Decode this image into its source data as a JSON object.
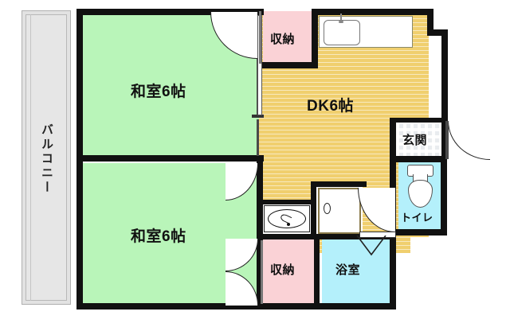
{
  "plan": {
    "type": "apartment-floor-plan",
    "layout_name": "2DK",
    "rooms": [
      {
        "id": "washitsu-upper",
        "label": "和室6帖",
        "kind": "tatami",
        "size_jo": 6,
        "color": "#b9f5b9"
      },
      {
        "id": "washitsu-lower",
        "label": "和室6帖",
        "kind": "tatami",
        "size_jo": 6,
        "color": "#b9f5b9"
      },
      {
        "id": "dk",
        "label": "DK6帖",
        "kind": "dining-kitchen",
        "size_jo": 6,
        "color": "#f0cf6e"
      },
      {
        "id": "closet-top",
        "label": "収納",
        "kind": "closet",
        "color": "#fad2d6"
      },
      {
        "id": "closet-bottom",
        "label": "収納",
        "kind": "closet",
        "color": "#fad2d6"
      },
      {
        "id": "genkan",
        "label": "玄関",
        "kind": "entrance",
        "color": "#e9ecef"
      },
      {
        "id": "toilet",
        "label": "トイレ",
        "kind": "toilet",
        "color": "#b4f0fb"
      },
      {
        "id": "bathroom",
        "label": "浴室",
        "kind": "bath",
        "color": "#b4f0fb"
      },
      {
        "id": "balcony",
        "label": "バルコニー",
        "kind": "balcony",
        "color": "#e2e2e2"
      }
    ],
    "fixtures": [
      {
        "id": "kitchen-sink",
        "name": "kitchen-sink-counter"
      },
      {
        "id": "washbasin",
        "name": "washbasin"
      },
      {
        "id": "washing-machine",
        "name": "washing-machine-space"
      },
      {
        "id": "toilet-fixture",
        "name": "toilet-fixture"
      }
    ],
    "colors": {
      "wall": "#111111",
      "tatami": "#b9f5b9",
      "dk_floor": "#f0cf6e",
      "closet": "#fad2d6",
      "water_area": "#b4f0fb",
      "genkan": "#e9ecef",
      "balcony": "#e2e2e2",
      "background": "#ffffff"
    }
  },
  "labels": {
    "washitsu_upper": "和室6帖",
    "washitsu_lower": "和室6帖",
    "dk": "DK6帖",
    "closet_top": "収納",
    "closet_bottom": "収納",
    "genkan": "玄関",
    "toilet": "トイレ",
    "bathroom": "浴室",
    "balcony": "バルコニー"
  }
}
